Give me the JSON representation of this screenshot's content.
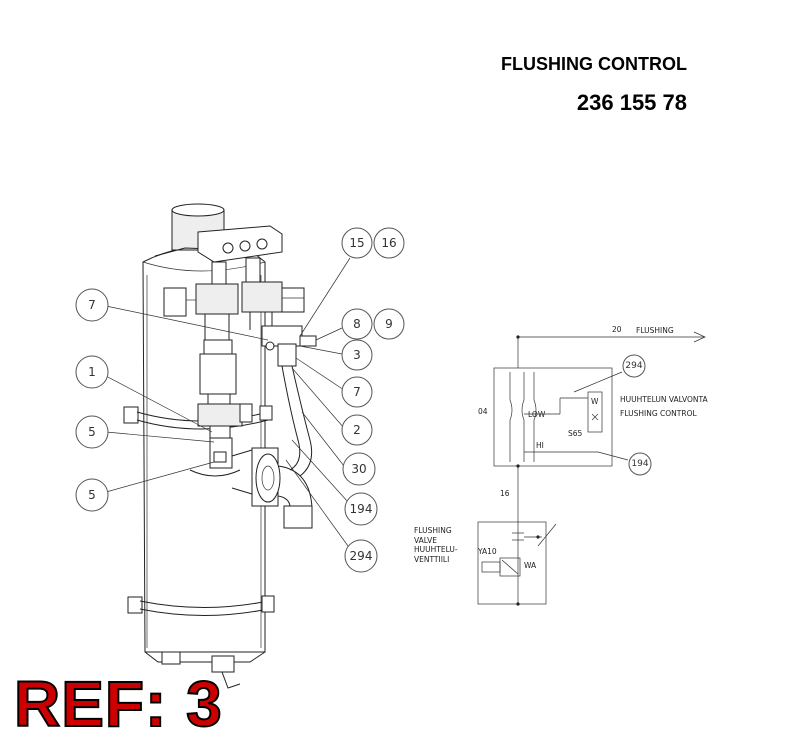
{
  "header": {
    "title": "FLUSHING CONTROL",
    "part_number": "236 155 78"
  },
  "ref_label": "REF: 3",
  "callouts": {
    "c15": "15",
    "c16": "16",
    "c7a": "7",
    "c8": "8",
    "c9": "9",
    "c3": "3",
    "c7b": "7",
    "c1": "1",
    "c2": "2",
    "c5a": "5",
    "c30": "30",
    "c5b": "5",
    "c194": "194",
    "c294": "294"
  },
  "schematic": {
    "wire20": "20",
    "flushing_line": "FLUSHING",
    "wire04": "04",
    "wire16": "16",
    "low": "LOW",
    "hi": "HI",
    "s65": "S65",
    "w": "W",
    "c294": "294",
    "c194": "194",
    "fi_monitor": "HUUHTELUN VALVONTA",
    "en_monitor": "FLUSHING CONTROL",
    "valve_en1": "FLUSHING",
    "valve_en2": "VALVE",
    "valve_fi1": "HUUHTELU-",
    "valve_fi2": "VENTTIILI",
    "ya10": "YA10",
    "wa": "WA"
  }
}
